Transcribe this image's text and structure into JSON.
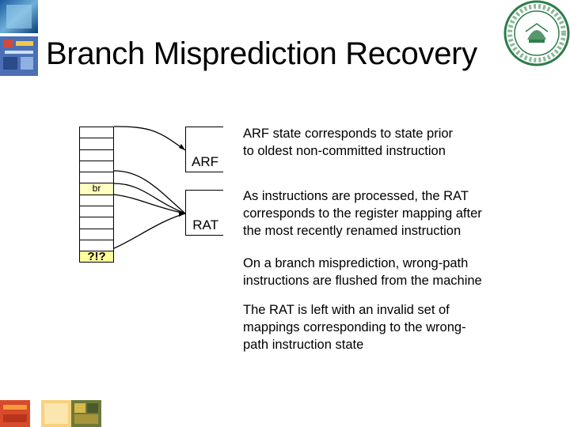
{
  "slide": {
    "title": "Branch Misprediction Recovery"
  },
  "diagram": {
    "rob_markers": {
      "branch": "br",
      "wrong_path": "?!?"
    },
    "arf_label": "ARF",
    "rat_label": "RAT"
  },
  "notes": {
    "p1": [
      "ARF state corresponds to state prior",
      "to oldest non-committed instruction"
    ],
    "p2": [
      "As instructions are processed, the RAT",
      "corresponds to the register mapping after",
      "the most recently renamed instruction"
    ],
    "p3": [
      "On a branch misprediction, wrong-path",
      "instructions are flushed from the machine"
    ],
    "p4": [
      "The RAT is left with an invalid set of",
      "mappings corresponding to the wrong-",
      "path instruction state"
    ]
  },
  "colors": {
    "branch_cell": "#ffffc0",
    "wrong_path_cell": "#ffff99",
    "seal_green": "#2e7d4a"
  },
  "icons": {
    "corner": "chip-logo-icon",
    "seal": "institute-seal-icon",
    "footer": "chip-strip-icon"
  }
}
